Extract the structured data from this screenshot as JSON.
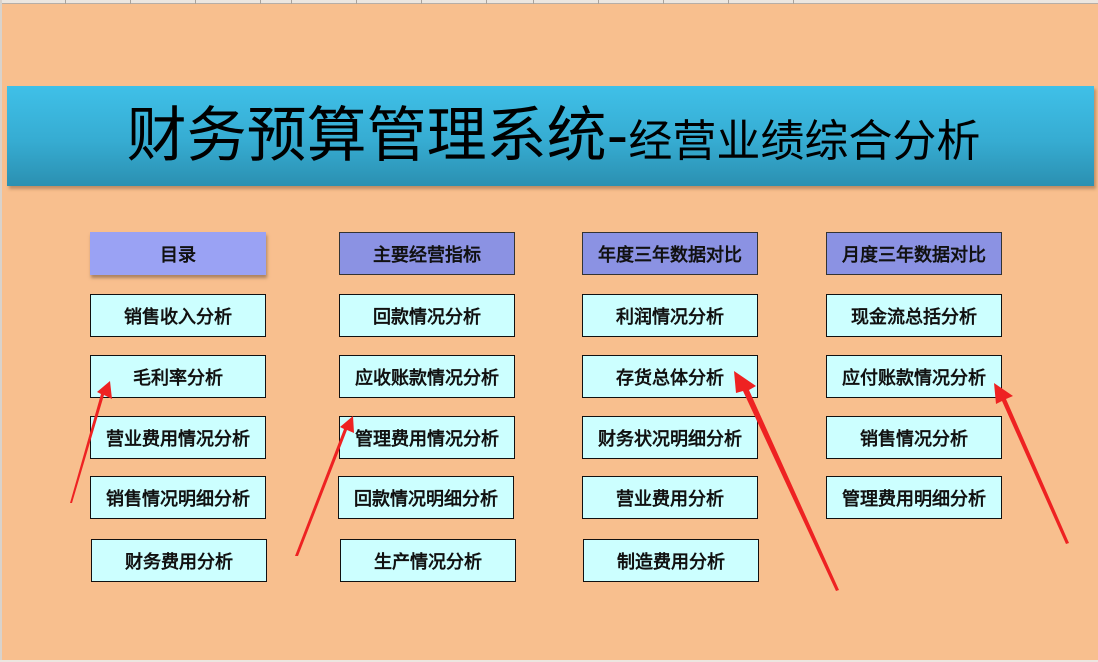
{
  "title": {
    "main": "财务预算管理系统-",
    "sub": "经营业绩综合分析"
  },
  "colors": {
    "background": "#f8bf8e",
    "banner_top": "#3fc0e8",
    "banner_bottom": "#2b90b1",
    "header_button": "#8b92e3",
    "primary_header_button": "#9aa2f4",
    "nav_button": "#ccffff",
    "arrow": "#ee2222"
  },
  "columns": [
    {
      "header": "目录",
      "items": [
        "销售收入分析",
        "毛利率分析",
        "营业费用情况分析",
        "销售情况明细分析",
        "财务费用分析"
      ]
    },
    {
      "header": "主要经营指标",
      "items": [
        "回款情况分析",
        "应收账款情况分析",
        "管理费用情况分析",
        "回款情况明细分析",
        "生产情况分析"
      ]
    },
    {
      "header": "年度三年数据对比",
      "items": [
        "利润情况分析",
        "存货总体分析",
        "财务状况明细分析",
        "营业费用分析",
        "制造费用分析"
      ]
    },
    {
      "header": "月度三年数据对比",
      "items": [
        "现金流总括分析",
        "应付账款情况分析",
        "销售情况分析",
        "管理费用明细分析"
      ]
    }
  ],
  "annotations": {
    "arrow_count": 4,
    "arrow_targets": [
      "毛利率分析",
      "应收账款情况分析",
      "存货总体分析",
      "应付账款情况分析"
    ]
  }
}
